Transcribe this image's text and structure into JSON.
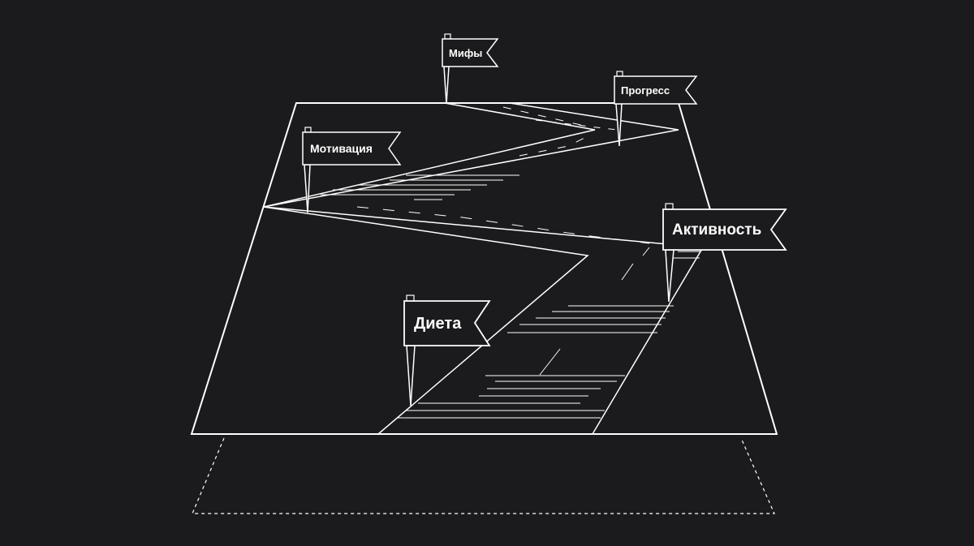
{
  "diagram": {
    "colors": {
      "background": "#1b1b1d",
      "stroke": "#ffffff",
      "flag_fill": "#1b1b1d"
    },
    "flags": [
      {
        "id": "diet",
        "label": "Диета"
      },
      {
        "id": "activity",
        "label": "Активность"
      },
      {
        "id": "motivation",
        "label": "Мотивация"
      },
      {
        "id": "myths",
        "label": "Мифы"
      },
      {
        "id": "progress",
        "label": "Прогресс"
      }
    ]
  }
}
